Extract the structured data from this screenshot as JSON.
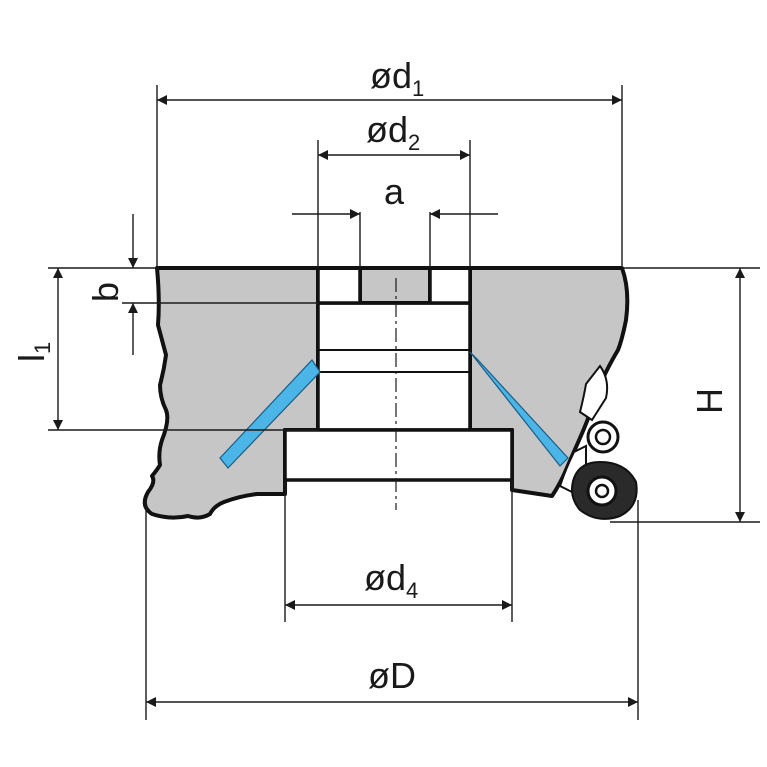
{
  "drawing": {
    "labels": {
      "d1": "ød",
      "d1_sub": "1",
      "d2": "ød",
      "d2_sub": "2",
      "a": "a",
      "b": "b",
      "l1": "l",
      "l1_sub": "1",
      "H": "H",
      "d4": "ød",
      "d4_sub": "4",
      "D": "øD"
    },
    "colors": {
      "body": "#c6c6c6",
      "outline": "#111111",
      "coolant": "#4ab5e6",
      "dimension": "#1a1a1a"
    },
    "icons": {
      "insert_screw": "torx-screw-icon",
      "insert": "cutting-insert-icon"
    }
  }
}
